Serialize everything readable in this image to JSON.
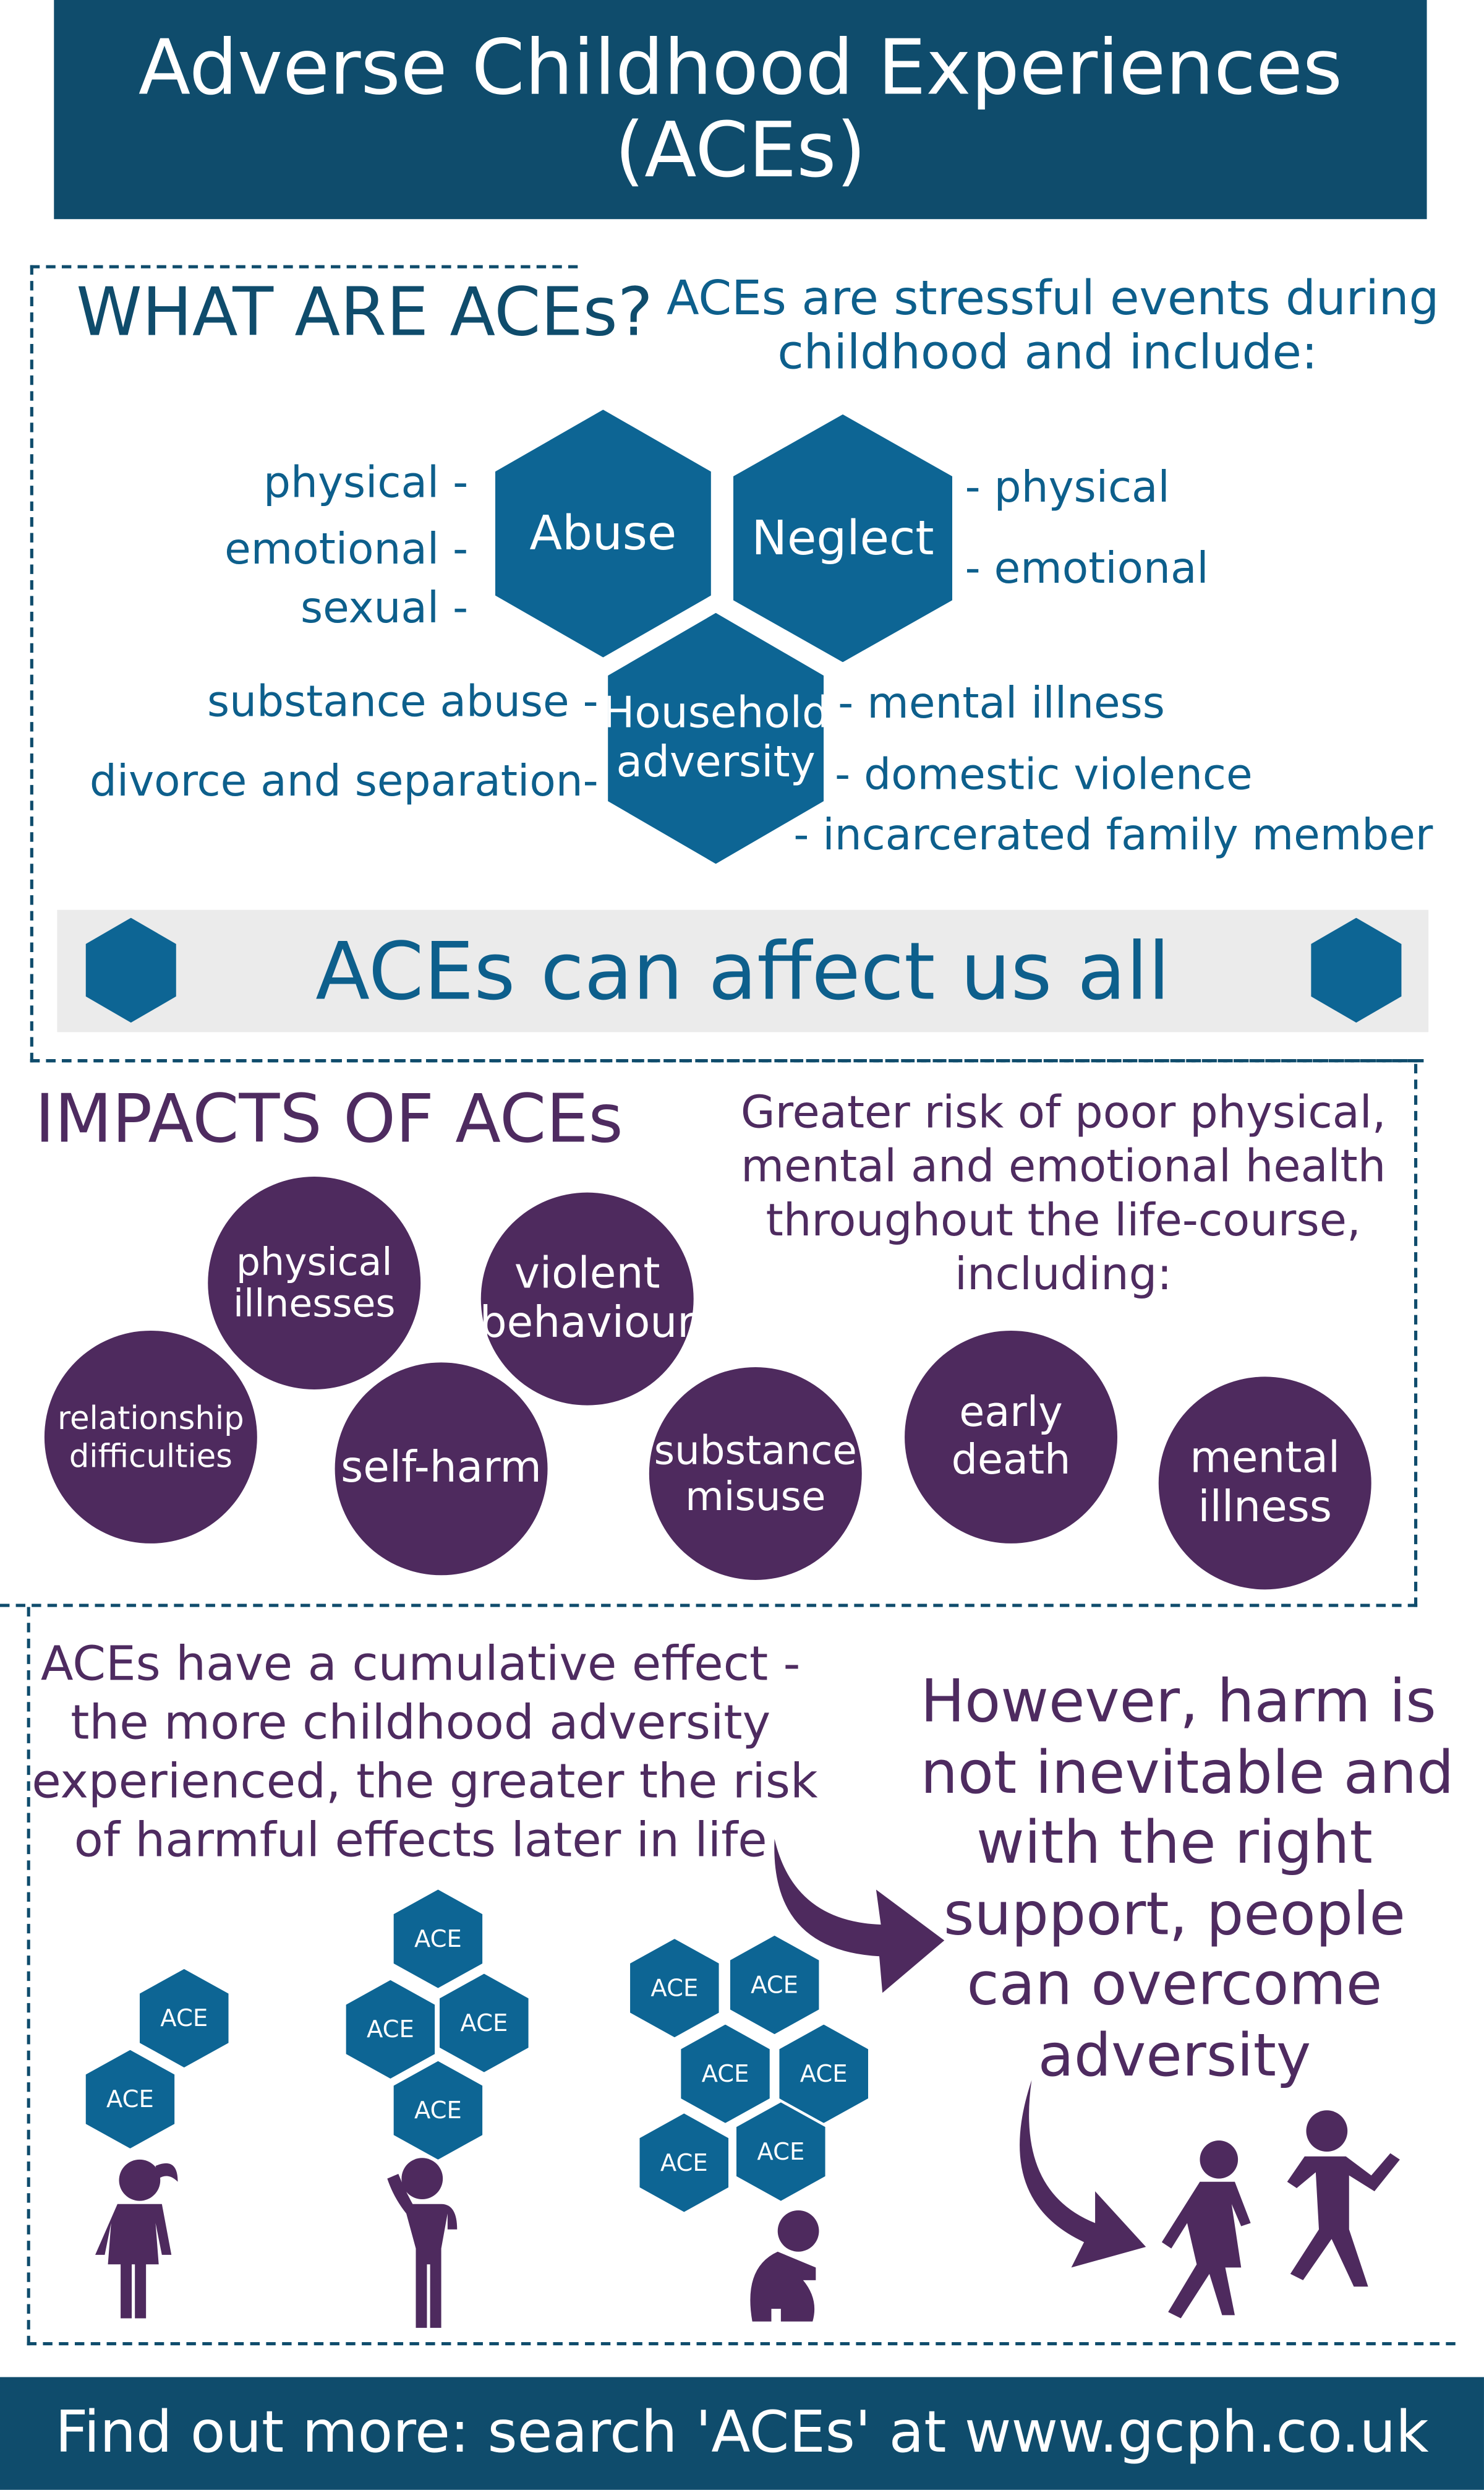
{
  "header": {
    "title_line1": "Adverse Childhood Experiences",
    "title_line2": "(ACEs)"
  },
  "what": {
    "heading": "WHAT ARE ACEs?",
    "intro_line1": "ACEs are stressful events during",
    "intro_line2": "childhood and include:",
    "abuse": {
      "label": "Abuse",
      "items": [
        "physical -",
        "emotional -",
        "sexual -"
      ]
    },
    "neglect": {
      "label": "Neglect",
      "items": [
        "- physical",
        "- emotional"
      ]
    },
    "household": {
      "label_line1": "Household",
      "label_line2": "adversity",
      "left_items": [
        "substance abuse -",
        "divorce and separation-"
      ],
      "right_items": [
        "- mental illness",
        "- domestic violence",
        "- incarcerated family member"
      ]
    },
    "banner": "ACEs can affect us all"
  },
  "impacts": {
    "heading": "IMPACTS OF ACEs",
    "intro": [
      "Greater risk of poor physical,",
      "mental and emotional health",
      "throughout the life-course,",
      "including:"
    ],
    "circles": [
      [
        "physical",
        "illnesses"
      ],
      [
        "violent",
        "behaviour"
      ],
      [
        "relationship",
        "difficulties"
      ],
      [
        "self-harm"
      ],
      [
        "substance",
        "misuse"
      ],
      [
        "early",
        "death"
      ],
      [
        "mental",
        "illness"
      ]
    ]
  },
  "cumulative": {
    "text": [
      "ACEs have a cumulative effect -",
      "the more childhood adversity",
      "experienced, the greater the risk",
      "of harmful effects later in life"
    ],
    "hope": [
      "However, harm is",
      "not inevitable and",
      "with the right",
      "support, people",
      "can overcome",
      "adversity"
    ],
    "ace_label": "ACE"
  },
  "footer": {
    "text": "Find out more: search 'ACEs' at www.gcph.co.uk"
  },
  "colors": {
    "navy": "#0f4c6c",
    "hex_blue": "#0d6594",
    "purple": "#4e2a5e"
  }
}
